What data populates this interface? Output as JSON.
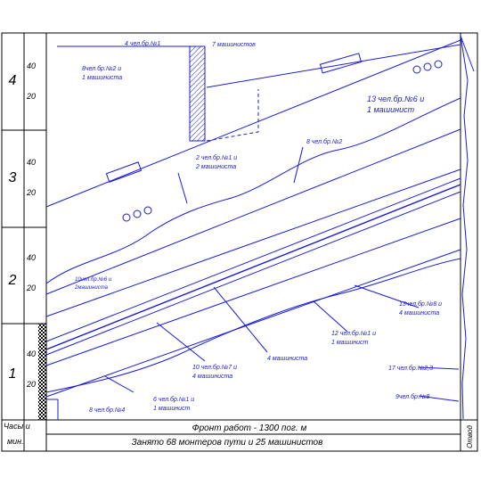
{
  "hours_axis": {
    "header_top": "Часы и",
    "header_bottom": "мин.",
    "hours": [
      "4",
      "3",
      "2",
      "1"
    ],
    "minute_ticks": [
      "40",
      "20"
    ]
  },
  "footer": {
    "front_text": "Фронт работ -  1300 пог. м",
    "occupied_text": "Занято 68 монтеров пути и 25 машинистов",
    "side_label": "Отвод"
  },
  "annotations": {
    "a1": "4  чел.бр.№1",
    "a2": "7  машинистов",
    "a3a": "8чел.бр.№2  и",
    "a3b": "1 машиниста",
    "a4a": "13  чел.бр.№6  и",
    "a4b": "1 машинист",
    "a5": "8  чел.бр.№2",
    "a6a": "2  чел.бр.№1 и",
    "a6b": "2 машиниста",
    "a7a": "10чел.бр.№6 и",
    "a7b": "2машиниста",
    "a8a": "13чел.бр.№8  и",
    "a8b": "4  машиниста",
    "a9a": "12 чел.бр.№1 и",
    "a9b": "1 машинист",
    "a10": "4  машиниста",
    "a11a": "10 чел.бр.№7 и",
    "a11b": "4  машиниста",
    "a12a": "6  чел.бр.№1  и",
    "a12b": "1 машинист",
    "a13": "8 чел.бр.№4",
    "a14": "17 чел.бр.№2,3",
    "a15": "9чел.бр.№8"
  },
  "colors": {
    "line": "#1b1bd6",
    "frame": "#000000"
  }
}
